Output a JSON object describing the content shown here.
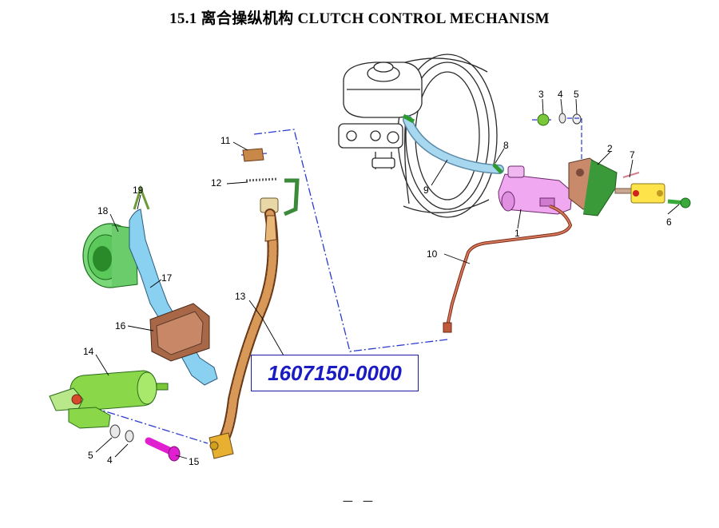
{
  "title": "15.1  离合操纵机构  CLUTCH CONTROL MECHANISM",
  "part_number": "1607150-0000",
  "page_mark": "— —",
  "callouts": [
    "1",
    "2",
    "3",
    "4",
    "5",
    "6",
    "7",
    "8",
    "9",
    "10",
    "11",
    "12",
    "13",
    "14",
    "15",
    "16",
    "17",
    "18",
    "19",
    "4",
    "5"
  ],
  "colors": {
    "booster": "#2a2a2a",
    "master_cylinder": "#f0a8f0",
    "bracket": "#c88a6a",
    "fitting_yellow": "#ffe34a",
    "bolt_green": "#3aa83a",
    "hose_blue": "#a8d8f0",
    "pipe_copper": "#b8502a",
    "hose_braided": "#c8884a",
    "slave_cylinder": "#8ad84a",
    "bearing": "#7ad87a",
    "fork": "#8ad0f0",
    "boot": "#a86848",
    "bolt_magenta": "#e020d0",
    "assembly_line": "#2a3ad0",
    "part_number_text": "#1b1bc4"
  }
}
